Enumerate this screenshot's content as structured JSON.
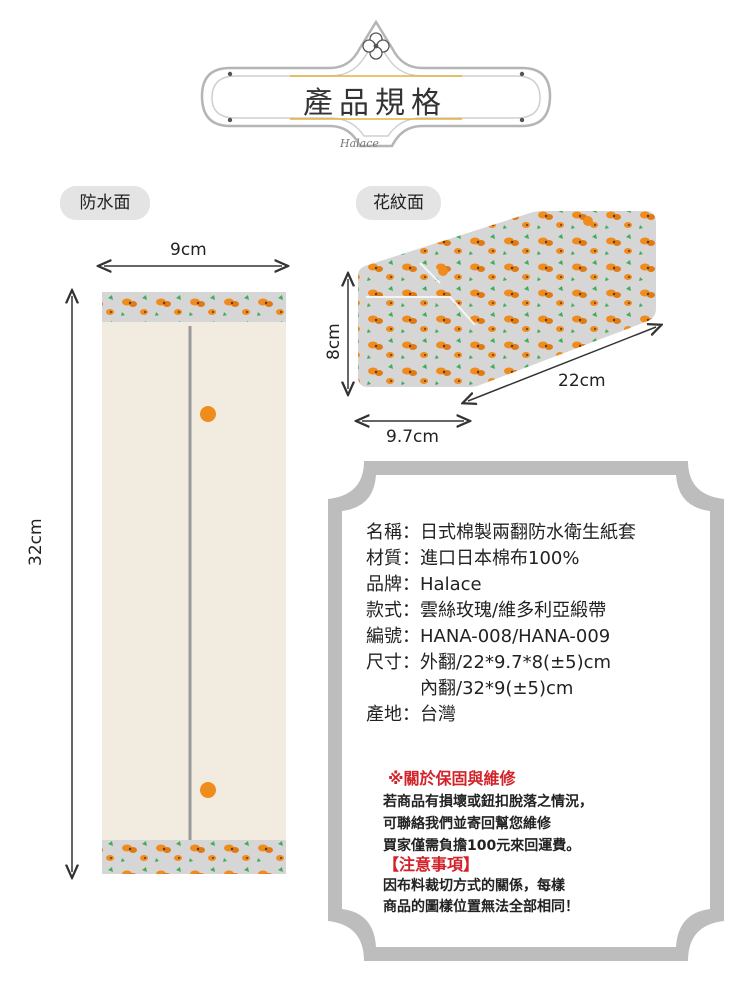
{
  "header": {
    "title": "產品規格",
    "signature": "Halace"
  },
  "labels": {
    "waterproof_side": "防水面",
    "pattern_side": "花紋面"
  },
  "dimensions": {
    "sheet_width": "9cm",
    "sheet_length": "32cm",
    "box_height": "8cm",
    "box_length": "22cm",
    "box_depth": "9.7cm"
  },
  "specs": [
    "名稱：日式棉製兩翻防水衛生紙套",
    "材質：進口日本棉布100%",
    "品牌：Halace",
    "款式：雲絲玫瑰/維多利亞緞帶",
    "編號：HANA-008/HANA-009",
    "尺寸：外翻/22*9.7*8(±5)cm",
    "　　　內翻/32*9(±5)cm",
    "產地：台灣"
  ],
  "warranty": {
    "heading": "※關於保固與維修",
    "lines": [
      "若商品有損壞或鈕扣脫落之情況，",
      "可聯絡我們並寄回幫您維修",
      "買家僅需負擔100元來回運費。"
    ]
  },
  "notice": {
    "heading": "【注意事項】",
    "lines": [
      "因布料裁切方式的關係，每樣",
      "商品的圖樣位置無法全部相同！"
    ]
  },
  "colors": {
    "frame_gray": "#bdbdbd",
    "accent_orange": "#f08c1e",
    "linen": "#f2ebe0",
    "pattern_bg": "#d6d6d6",
    "leaf_green": "#3fae5a",
    "red_text": "#d2232a"
  }
}
